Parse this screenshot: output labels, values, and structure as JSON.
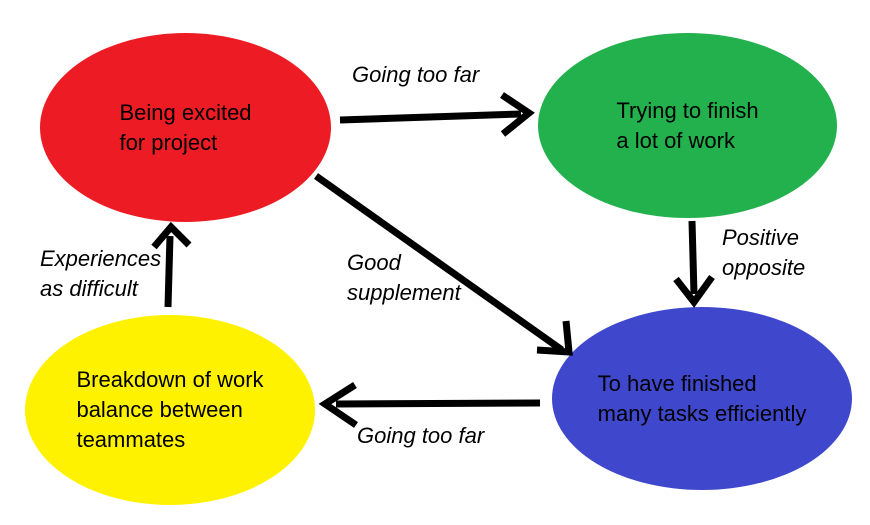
{
  "diagram": {
    "background_color": "#ffffff",
    "arrow_color": "#000000",
    "text_color": "#000000",
    "nodes": [
      {
        "id": "being-excited-for-project",
        "color": "#ed1c24",
        "color_name": "red",
        "lines": [
          "Being excited",
          "for project"
        ]
      },
      {
        "id": "trying-to-finish-a-lot-of-work",
        "color": "#22b14c",
        "color_name": "green",
        "lines": [
          "Trying to finish",
          "a lot of work"
        ]
      },
      {
        "id": "breakdown-of-work-balance",
        "color": "#fff200",
        "color_name": "yellow",
        "lines": [
          "Breakdown of work",
          "balance between",
          "teammates"
        ]
      },
      {
        "id": "to-have-finished-many-tasks",
        "color": "#3f48cc",
        "color_name": "blue",
        "lines": [
          "To have finished",
          "many tasks efficiently"
        ]
      }
    ],
    "edges": [
      {
        "from": "being-excited-for-project",
        "to": "trying-to-finish-a-lot-of-work",
        "label": "Going too far",
        "lines": [
          "Going too far"
        ],
        "direction": "right"
      },
      {
        "from": "trying-to-finish-a-lot-of-work",
        "to": "to-have-finished-many-tasks",
        "label": "Positive opposite",
        "lines": [
          "Positive",
          "opposite"
        ],
        "direction": "down"
      },
      {
        "from": "being-excited-for-project",
        "to": "to-have-finished-many-tasks",
        "label": "Good supplement",
        "lines": [
          "Good",
          "supplement"
        ],
        "direction": "diagonal-down-right"
      },
      {
        "from": "to-have-finished-many-tasks",
        "to": "breakdown-of-work-balance",
        "label": "Going too far",
        "lines": [
          "Going too far"
        ],
        "direction": "left"
      },
      {
        "from": "breakdown-of-work-balance",
        "to": "being-excited-for-project",
        "label": "Experiences as difficult",
        "lines": [
          "Experiences",
          "as difficult"
        ],
        "direction": "up"
      }
    ]
  }
}
